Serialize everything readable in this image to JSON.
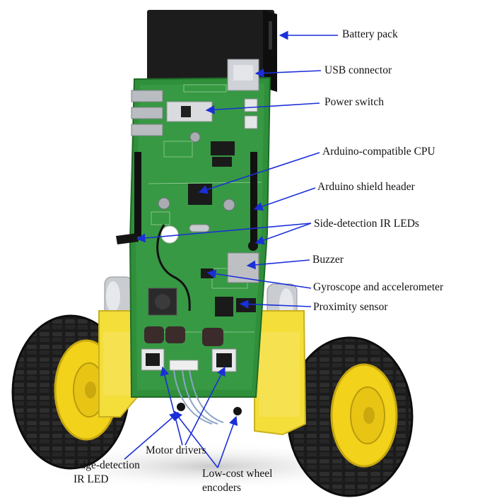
{
  "labels": {
    "battery_pack": "Battery pack",
    "usb_connector": "USB connector",
    "power_switch": "Power switch",
    "cpu": "Arduino-compatible CPU",
    "shield_header": "Arduino shield header",
    "side_ir": "Side-detection IR LEDs",
    "buzzer": "Buzzer",
    "gyro": "Gyroscope and accelerometer",
    "proximity": "Proximity sensor",
    "motor_drivers": "Motor drivers",
    "edge_ir_line1": "Edge-detection",
    "edge_ir_line2": "IR LED",
    "encoders_line1": "Low-cost wheel",
    "encoders_line2": "encoders"
  },
  "colors": {
    "pcb_green": "#2f8f3a",
    "wheel_hub_yellow": "#f2d21a",
    "gearbox_yellow": "#f3de3a",
    "tire_black": "#161616",
    "arrow_blue": "#1a2fd8",
    "battery_black": "#1c1c1c"
  }
}
